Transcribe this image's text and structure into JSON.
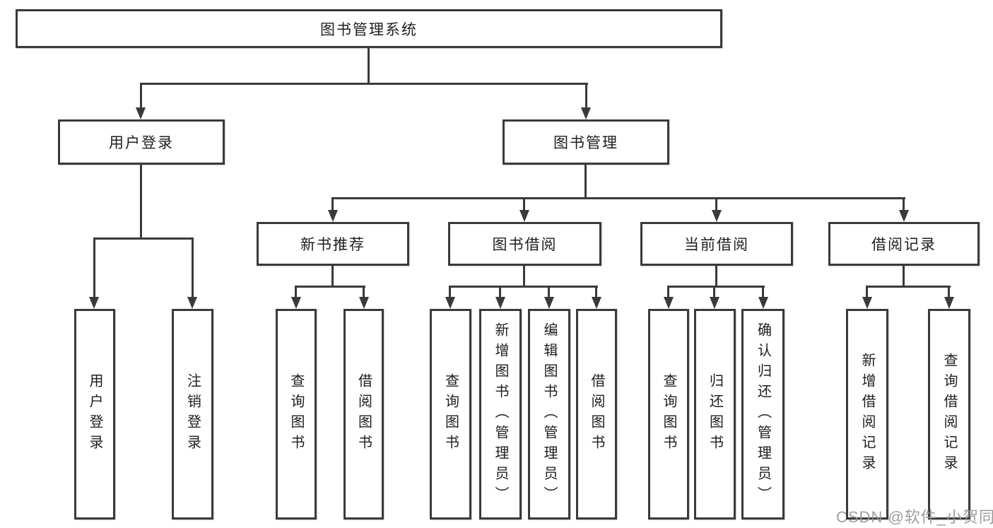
{
  "tree": {
    "root": {
      "label": "图书管理系统"
    },
    "l1": [
      {
        "label": "用户登录"
      },
      {
        "label": "图书管理"
      }
    ],
    "l2": [
      {
        "label": "新书推荐",
        "parent": "图书管理"
      },
      {
        "label": "图书借阅",
        "parent": "图书管理"
      },
      {
        "label": "当前借阅",
        "parent": "图书管理"
      },
      {
        "label": "借阅记录",
        "parent": "图书管理"
      }
    ],
    "leaves": [
      {
        "label": "用户登录",
        "parent": "用户登录"
      },
      {
        "label": "注销登录",
        "parent": "用户登录"
      },
      {
        "label": "查询图书",
        "parent": "新书推荐"
      },
      {
        "label": "借阅图书",
        "parent": "新书推荐"
      },
      {
        "label": "查询图书",
        "parent": "图书借阅"
      },
      {
        "label": "新增图书（管理员）",
        "parent": "图书借阅"
      },
      {
        "label": "编辑图书（管理员）",
        "parent": "图书借阅"
      },
      {
        "label": "借阅图书",
        "parent": "图书借阅"
      },
      {
        "label": "查询图书",
        "parent": "当前借阅"
      },
      {
        "label": "归还图书",
        "parent": "当前借阅"
      },
      {
        "label": "确认归还（管理员）",
        "parent": "当前借阅"
      },
      {
        "label": "新增借阅记录",
        "parent": "借阅记录"
      },
      {
        "label": "查询借阅记录",
        "parent": "借阅记录"
      }
    ]
  },
  "watermark": {
    "text": "CSDN @软件_小贺同学"
  },
  "colors": {
    "line": "#3a3a3a",
    "text": "#1e1e1e",
    "box_background": "#ffffff",
    "page_background": "#ffffff",
    "watermark": "#969696"
  }
}
